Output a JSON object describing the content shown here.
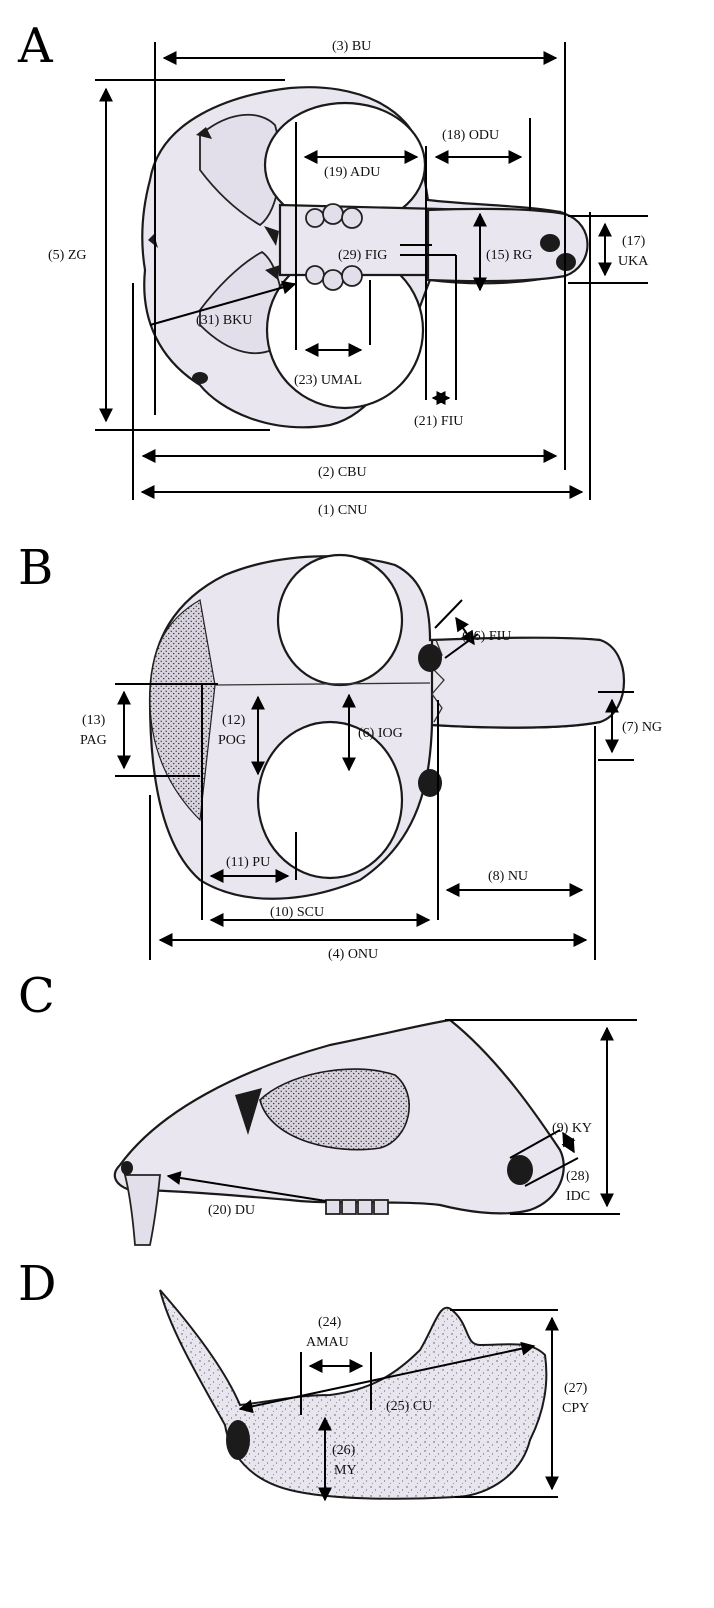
{
  "panels": [
    "A",
    "B",
    "C",
    "D"
  ],
  "labels": {
    "a_bu": "(3) BU",
    "a_odu": "(18) ODU",
    "a_adu": "(19) ADU",
    "a_zg": "(5) ZG",
    "a_fig": "(29) FIG",
    "a_rg": "(15) RG",
    "a_uka_num": "(17)",
    "a_uka": "UKA",
    "a_bku": "(31) BKU",
    "a_umal": "(23) UMAL",
    "a_fiu": "(21) FIU",
    "a_cbu": "(2) CBU",
    "a_cnu": "(1) CNU",
    "b_fiu": "(16) FIU",
    "b_pag_num": "(13)",
    "b_pag": "PAG",
    "b_pog_num": "(12)",
    "b_pog": "POG",
    "b_iog": "(6) IOG",
    "b_ng": "(7) NG",
    "b_pu": "(11) PU",
    "b_nu": "(8) NU",
    "b_scu": "(10) SCU",
    "b_onu": "(4) ONU",
    "c_ky": "(9) KY",
    "c_idc_num": "(28)",
    "c_idc": "IDC",
    "c_du": "(20) DU",
    "d_amau_num": "(24)",
    "d_amau": "AMAU",
    "d_cu": "(25) CU",
    "d_cpy_num": "(27)",
    "d_cpy": "CPY",
    "d_my_num": "(26)",
    "d_my": "MY"
  },
  "colors": {
    "bone": "#eae6f0",
    "ink": "#000000"
  }
}
